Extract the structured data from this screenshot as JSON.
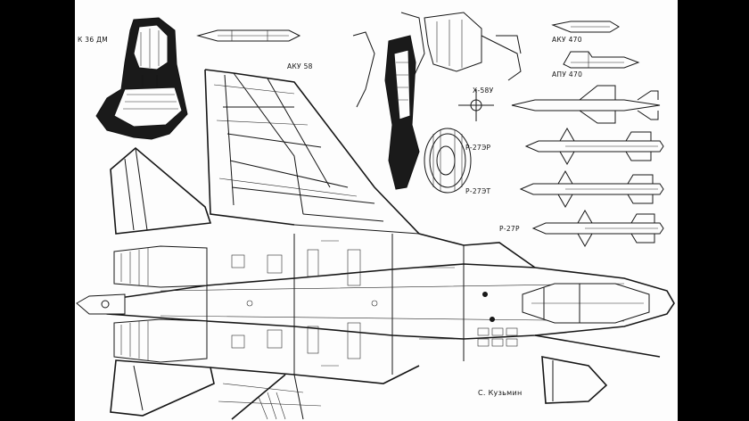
{
  "labels": {
    "seat": "К 36 ДМ",
    "aku58": "АКУ 58",
    "aku470": "АКУ 470",
    "apu470": "АПУ 470",
    "kh58u": "Х-58У",
    "r27er": "Р-27ЭР",
    "r27et": "Р-27ЭТ",
    "r27r": "Р-27Р",
    "author": "С. Кузьмин"
  },
  "icons": [
    "ejection-seat",
    "launcher-rail",
    "landing-gear",
    "missile",
    "crosshair",
    "aircraft-planform"
  ]
}
